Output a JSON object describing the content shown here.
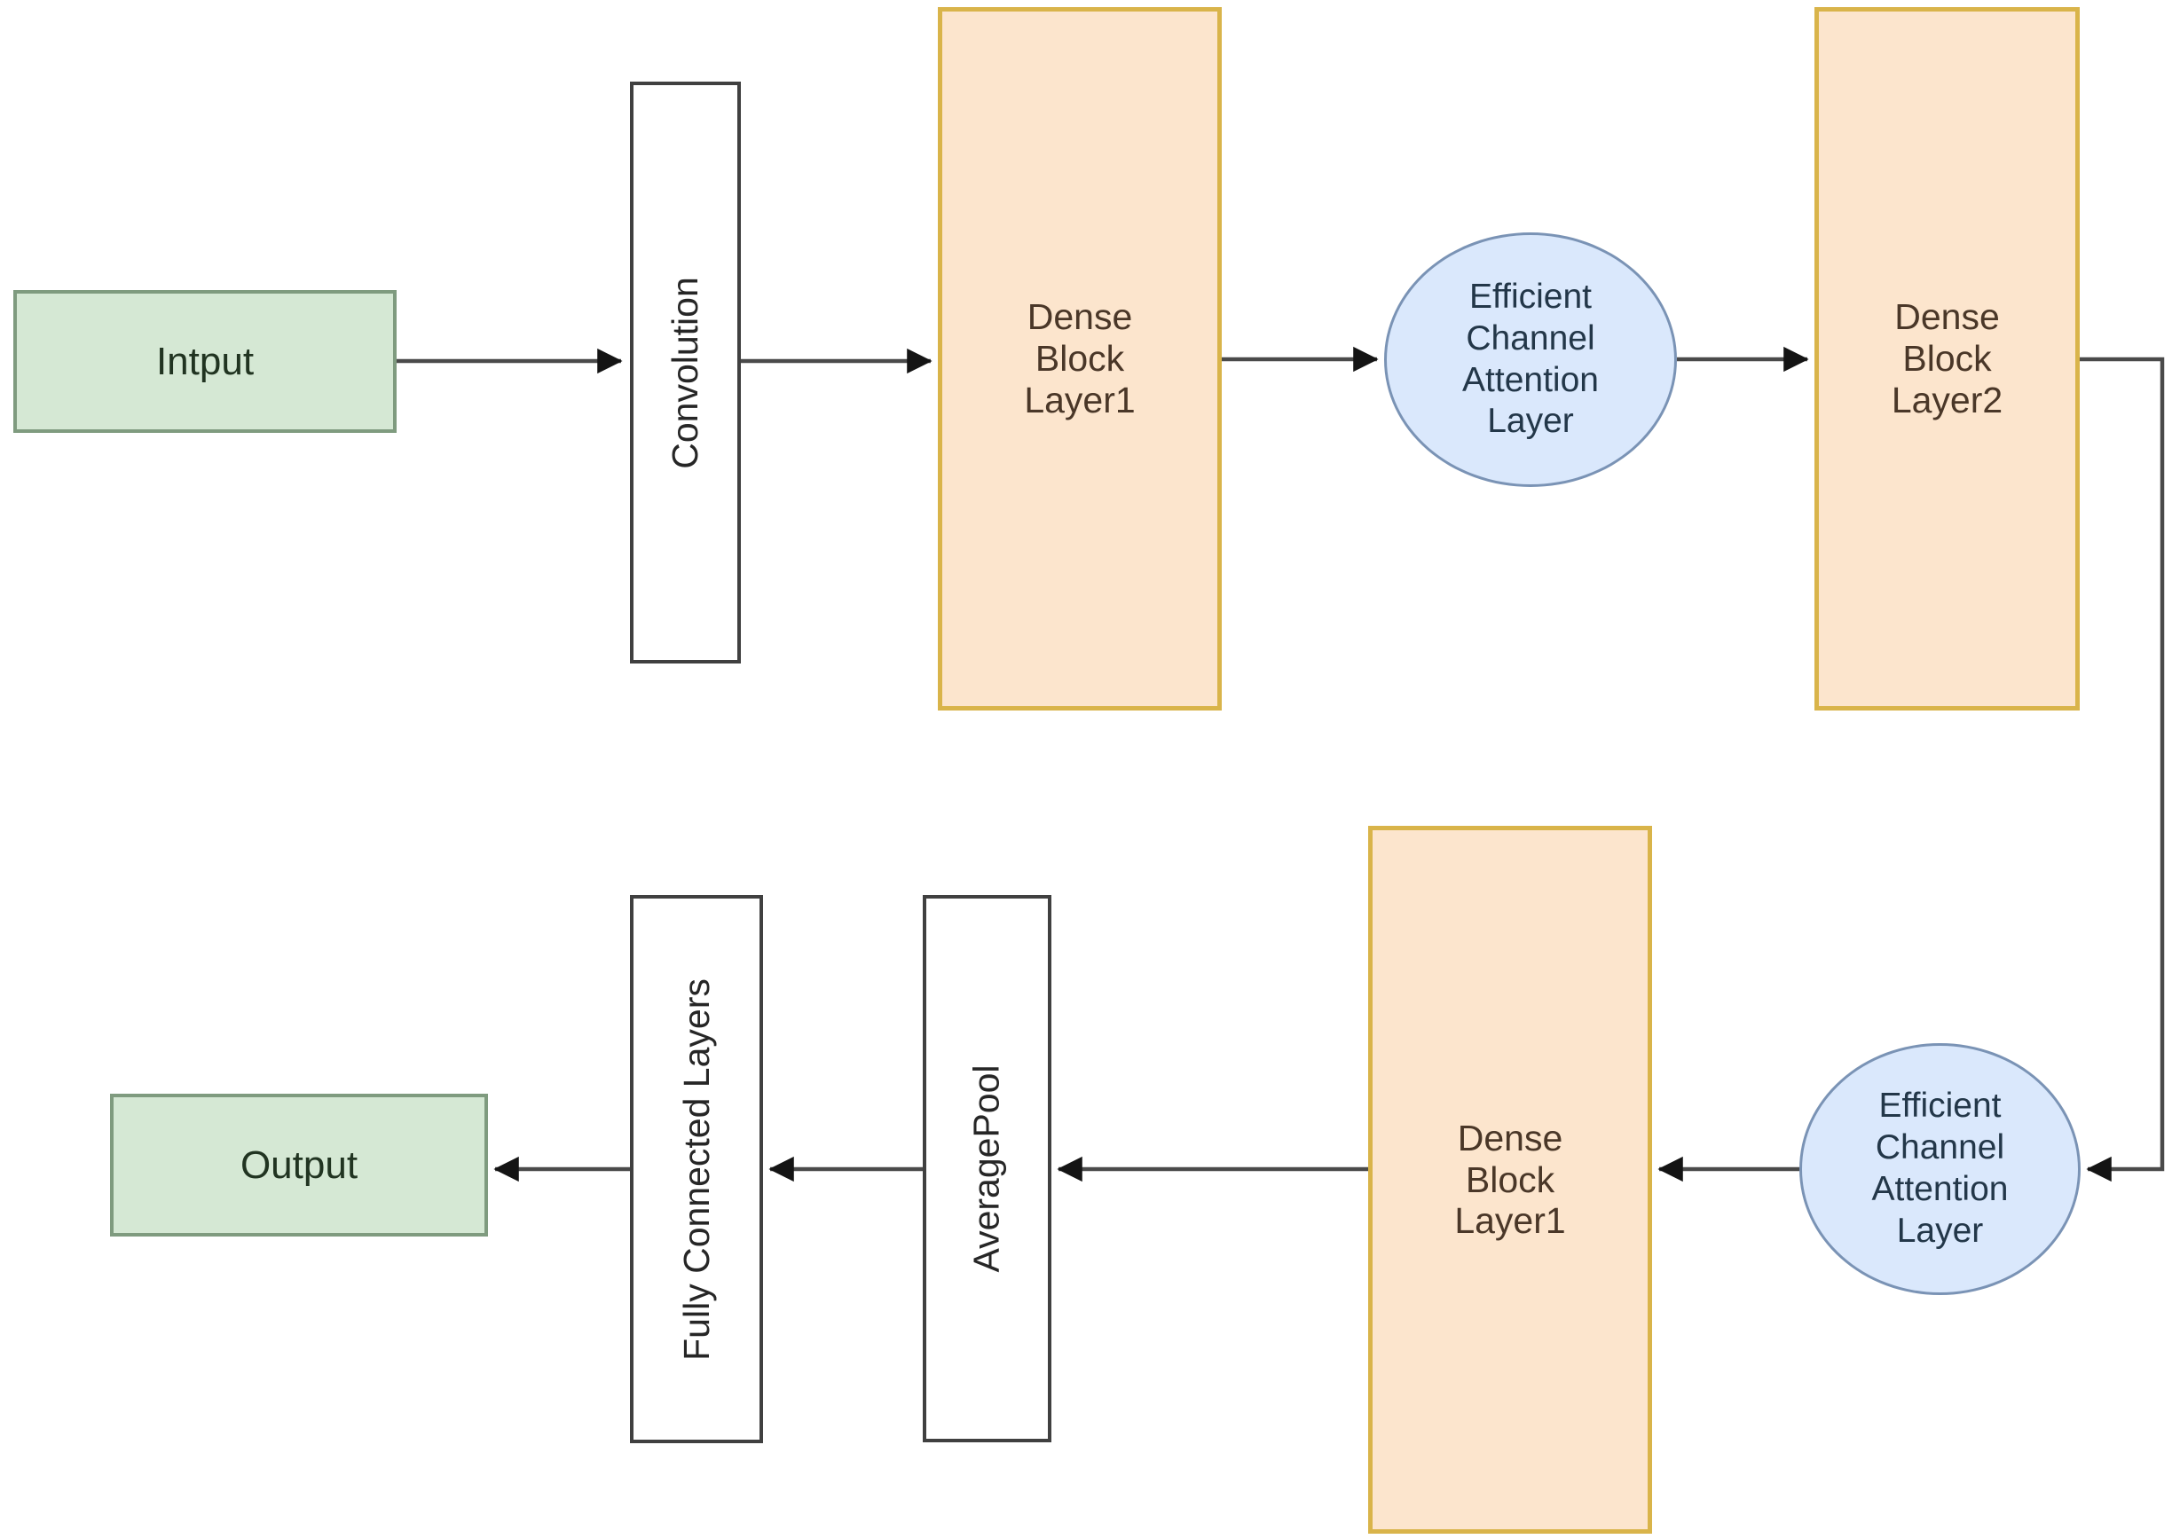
{
  "diagram": {
    "title": "DenseNet with Efficient Channel Attention architecture flowchart",
    "background": "#ffffff",
    "nodes": {
      "input": {
        "label": "Intput",
        "shape": "rectangle",
        "style": "green"
      },
      "convolution": {
        "label": "Convolution",
        "shape": "rectangle-vertical-text",
        "style": "white"
      },
      "dense_block_layer1": {
        "label": "Dense\nBlock\nLayer1",
        "shape": "rectangle",
        "style": "orange"
      },
      "eca_layer_top": {
        "label": "Efficient\nChannel\nAttention\nLayer",
        "shape": "ellipse",
        "style": "blue"
      },
      "dense_block_layer2": {
        "label": "Dense\nBlock\nLayer2",
        "shape": "rectangle",
        "style": "orange"
      },
      "eca_layer_bottom": {
        "label": "Efficient\nChannel\nAttention\nLayer",
        "shape": "ellipse",
        "style": "blue"
      },
      "dense_block_layer1_bottom": {
        "label": "Dense\nBlock\nLayer1",
        "shape": "rectangle",
        "style": "orange"
      },
      "average_pool": {
        "label": "AveragePool",
        "shape": "rectangle-vertical-text",
        "style": "white"
      },
      "fully_connected_layers": {
        "label": "Fully Connected Layers",
        "shape": "rectangle-vertical-text",
        "style": "white"
      },
      "output": {
        "label": "Output",
        "shape": "rectangle",
        "style": "green"
      }
    },
    "connections": [
      {
        "from": "input",
        "to": "convolution"
      },
      {
        "from": "convolution",
        "to": "dense_block_layer1"
      },
      {
        "from": "dense_block_layer1",
        "to": "eca_layer_top"
      },
      {
        "from": "eca_layer_top",
        "to": "dense_block_layer2"
      },
      {
        "from": "dense_block_layer2",
        "to": "eca_layer_bottom"
      },
      {
        "from": "eca_layer_bottom",
        "to": "dense_block_layer1_bottom"
      },
      {
        "from": "dense_block_layer1_bottom",
        "to": "average_pool"
      },
      {
        "from": "average_pool",
        "to": "fully_connected_layers"
      },
      {
        "from": "fully_connected_layers",
        "to": "output"
      }
    ]
  },
  "colors": {
    "green_fill": "#d5e8d4",
    "green_stroke": "#7f9b7f",
    "green_text": "#213421",
    "orange_fill": "#fce5cd",
    "orange_stroke": "#d9b44a",
    "orange_text": "#4a3728",
    "blue_fill": "#dae8fc",
    "blue_stroke": "#7a93b5",
    "blue_text": "#233749",
    "white_stroke": "#404040",
    "white_text": "#262626",
    "arrow_line": "#4a4a4a",
    "arrow_head": "#141414"
  }
}
